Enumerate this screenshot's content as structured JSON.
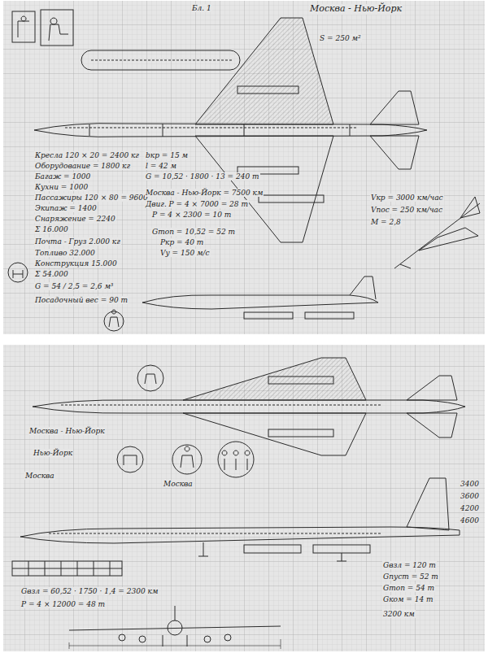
{
  "diagram": {
    "title": "Москва - Нью-Йорк",
    "labels": [
      "Бл. 1",
      "S = 250 м²",
      "Кресла 120 × 20 = 2400 кг",
      "Оборудование = 1800 кг",
      "Багаж = 1000",
      "Кухни = 1000",
      "Пассажиры 120 × 80 = 9600",
      "Экипаж = 1400",
      "Снаряжение = 2240",
      "Σ 16.000",
      "Почта - Груз 2.000 кг",
      "Топливо 32.000",
      "Конструкция 15.000",
      "Σ 54.000",
      "G = 54 / 2,5 = 2,6 м³",
      "Посадочный вес = 90 т",
      "bкр = 15 м",
      "l = 42 м",
      "G = 10,52 · 1800 · 13 = 240 т",
      "Москва - Нью-Йорк = 7500 км",
      "Двиг. P = 4 × 7000 = 28 т",
      "P = 4 × 2300 = 10 т",
      "Gтоп = 10,52 = 52 т",
      "Pкр = 40 т",
      "Vу = 150 м/с",
      "Vкр = 3000 км/час",
      "Vпос = 250 км/час",
      "M = 2,8",
      "Москва - Нью-Йорк",
      "Москва",
      "Нью-Йорк",
      "Москва",
      "Gвзл = 60,52 · 1750 · 1,4 = 2300 км",
      "P = 4 × 12000 = 48 т",
      "Gвзл = 120 т",
      "Gпуст = 52 т",
      "Gтоп = 54 т",
      "Gком = 14 т",
      "3200 км",
      "3400",
      "3600",
      "4200",
      "4600"
    ]
  }
}
